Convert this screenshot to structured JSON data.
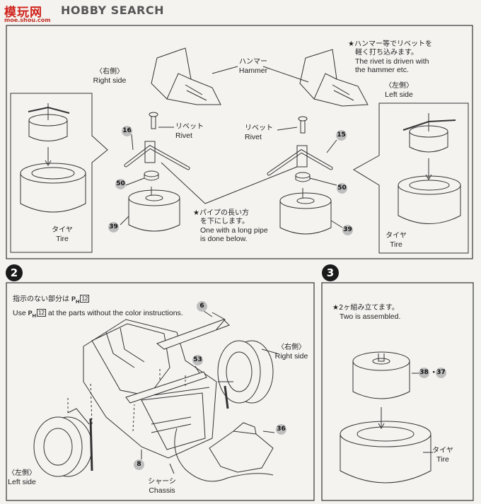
{
  "header": {
    "logo_glyphs": "模玩网",
    "logo_search": "HOBBY SEARCH",
    "logo_url": "moe.shou.com"
  },
  "step1": {
    "hammer_jp": "ハンマー",
    "hammer_en": "Hammer",
    "rivet_left_jp": "リベット",
    "rivet_left_en": "Rivet",
    "rivet_right_jp": "リベット",
    "rivet_right_en": "Rivet",
    "right_side_jp": "〈右側〉",
    "right_side_en": "Right side",
    "left_side_jp": "〈左側〉",
    "left_side_en": "Left side",
    "tire_left_jp": "タイヤ",
    "tire_left_en": "Tire",
    "tire_right_jp": "タイヤ",
    "tire_right_en": "Tire",
    "note_hammer_jp1": "★ハンマー等でリベットを",
    "note_hammer_jp2": "軽く打ち込みます。",
    "note_hammer_en1": "The rivet is driven with",
    "note_hammer_en2": "the hammer etc.",
    "note_pipe_jp1": "★パイプの長い方",
    "note_pipe_jp2": "を下にします。",
    "note_pipe_en1": "One with a long pipe",
    "note_pipe_en2": "is done below.",
    "parts": {
      "p16": "16",
      "p15": "15",
      "p50_left": "50",
      "p50_right": "50",
      "p39_left": "39",
      "p39_right": "39"
    }
  },
  "step2": {
    "number": "2",
    "note_jp": "指示のない部分は",
    "note_en_pre": "Use",
    "note_en_post": "at the parts without the color instructions.",
    "paint_code": "P",
    "paint_sub": "H",
    "paint_num": "12",
    "right_side_jp": "〈右側〉",
    "right_side_en": "Right side",
    "left_side_jp": "〈左側〉",
    "left_side_en": "Left side",
    "chassis_jp": "シャーシ",
    "chassis_en": "Chassis",
    "parts": {
      "p6": "6",
      "p53": "53",
      "p36": "36",
      "p8": "8"
    }
  },
  "step3": {
    "number": "3",
    "note_jp": "★2ヶ組み立てます。",
    "note_en": "Two is assembled.",
    "tire_jp": "タイヤ",
    "tire_en": "Tire",
    "parts": {
      "p38": "38",
      "p37": "37",
      "sep": "・"
    }
  }
}
